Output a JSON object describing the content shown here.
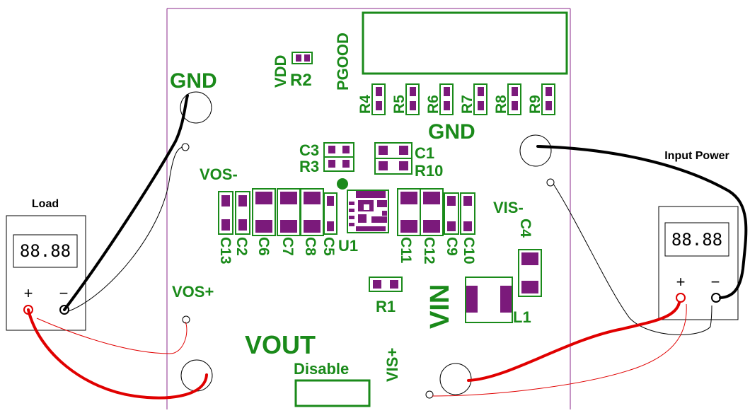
{
  "board": {
    "labels": {
      "gnd_left": "GND",
      "gnd_right": "GND",
      "vdd": "VDD",
      "r2": "R2",
      "pgood": "PGOOD",
      "vos_minus": "VOS-",
      "vos_plus": "VOS+",
      "vout": "VOUT",
      "disable": "Disable",
      "vis_minus": "VIS-",
      "vis_plus": "VIS+",
      "vin": "VIN",
      "l1": "L1",
      "r1": "R1",
      "c3": "C3",
      "r3": "R3",
      "c1": "C1",
      "r10": "R10",
      "c4": "C4",
      "u1": "U1"
    },
    "resistor_row": [
      "R4",
      "R5",
      "R6",
      "R7",
      "R8",
      "R9"
    ],
    "left_caps": [
      "C13",
      "C2",
      "C6",
      "C7",
      "C8",
      "C5"
    ],
    "right_caps": [
      "C11",
      "C12",
      "C9",
      "C10"
    ]
  },
  "load_meter": {
    "title": "Load",
    "display": "88.88",
    "plus": "+",
    "minus": "−"
  },
  "input_meter": {
    "title": "Input Power",
    "display": "88.88",
    "plus": "+",
    "minus": "−"
  },
  "colors": {
    "silk": "#1a8a1a",
    "pad": "#7b1a7b",
    "outline": "#8b2a8b",
    "wire_red": "#e00000",
    "wire_black": "#000000"
  }
}
